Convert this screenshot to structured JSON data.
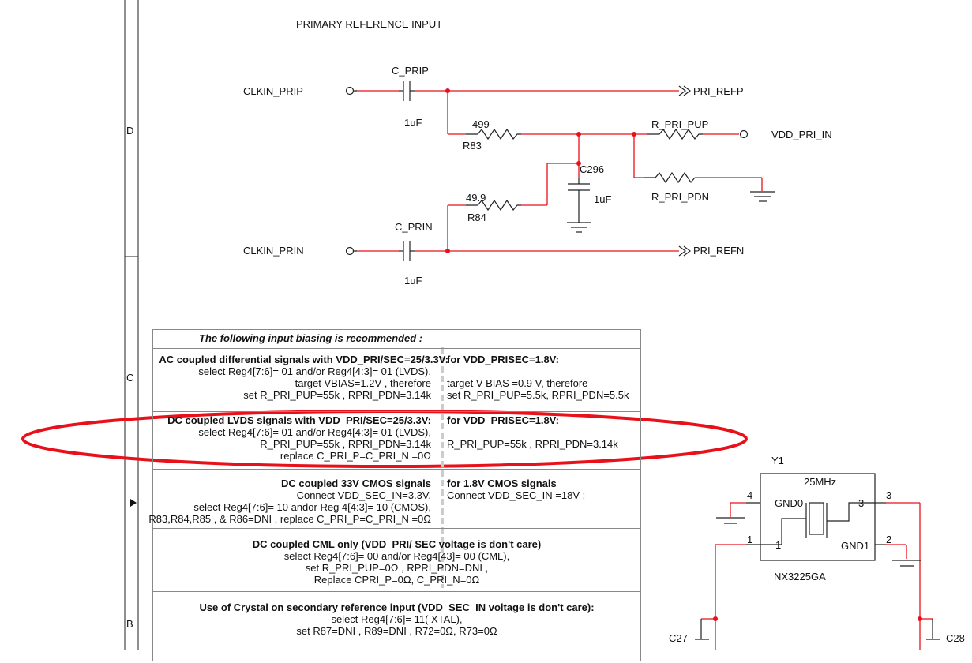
{
  "frame": {
    "zone_d": "D",
    "zone_c": "C",
    "zone_b": "B"
  },
  "title": "PRIMARY REFERENCE INPUT",
  "circuit": {
    "clkin_prip": "CLKIN_PRIP",
    "clkin_prin": "CLKIN_PRIN",
    "c_prip": "C_PRIP",
    "c_prip_value": "1uF",
    "c_prin": "C_PRIN",
    "c_prin_value": "1uF",
    "pri_refp": "PRI_REFP",
    "pri_refn": "PRI_REFN",
    "r83_value": "499",
    "r83": "R83",
    "r84_value": "49.9",
    "r84": "R84",
    "c296": "C296",
    "c296_value": "1uF",
    "r_pri_pup": "R_PRI_PUP",
    "r_pri_pdn": "R_PRI_PDN",
    "vdd_pri_in": "VDD_PRI_IN",
    "wire_color": "#e8111a"
  },
  "table": {
    "header": "The following input biasing is recommended :",
    "rows": [
      {
        "left": [
          "AC coupled differential signals with VDD_PRI/SEC=25/3.3V:",
          "select Reg4[7:6]= 01 and/or Reg4[4:3]= 01 (LVDS),",
          "target VBIAS=1.2V , therefore",
          "set R_PRI_PUP=55k , RPRI_PDN=3.14k"
        ],
        "right": [
          "for VDD_PRISEC=1.8V:",
          "",
          "target V BIAS =0.9 V, therefore",
          "set R_PRI_PUP=5.5k, RPRI_PDN=5.5k"
        ]
      },
      {
        "left": [
          "DC coupled LVDS signals with VDD_PRI/SEC=25/3.3V:",
          "select Reg4[7:6]= 01 and/or Reg4[4:3]= 01 (LVDS),",
          "R_PRI_PUP=55k , RPRI_PDN=3.14k",
          "replace C_PRI_P=C_PRI_N =0Ω"
        ],
        "right": [
          "for VDD_PRISEC=1.8V:",
          "",
          "R_PRI_PUP=55k , RPRI_PDN=3.14k"
        ]
      },
      {
        "left": [
          "DC coupled    33V CMOS signals",
          "Connect VDD_SEC_IN=3.3V,",
          "select Reg4[7:6]= 10 andor Reg 4[4:3]= 10 (CMOS),",
          "R83,R84,R85 , & R86=DNI , replace C_PRI_P=C_PRI_N =0Ω"
        ],
        "right": [
          "for 1.8V CMOS signals",
          "Connect VDD_SEC_IN =18V :"
        ]
      },
      {
        "center": [
          "DC coupled CML only  (VDD_PRI/ SEC voltage is don't care)",
          "select Reg4[7:6]= 00 and/or Reg4[43]= 00 (CML),",
          "set R_PRI_PUP=0Ω , RPRI_PDN=DNI ,",
          "Replace CPRI_P=0Ω, C_PRI_N=0Ω"
        ]
      },
      {
        "center": [
          "Use of Crystal on secondary reference input  (VDD_SEC_IN voltage is don't care):",
          "select Reg4[7:6]= 11( XTAL),",
          "set R87=DNI , R89=DNI , R72=0Ω, R73=0Ω"
        ]
      }
    ]
  },
  "crystal": {
    "ref": "Y1",
    "frequency": "25MHz",
    "part": "NX3225GA",
    "gnd0": "GND0",
    "gnd1": "GND1",
    "pin1": "1",
    "pin2": "2",
    "pin3": "3",
    "pin4": "4",
    "pin1_inner": "1",
    "pin3_inner": "3",
    "c27": "C27",
    "c28": "C28"
  },
  "highlight": {
    "shape": "ellipse",
    "color": "#e8111a"
  }
}
